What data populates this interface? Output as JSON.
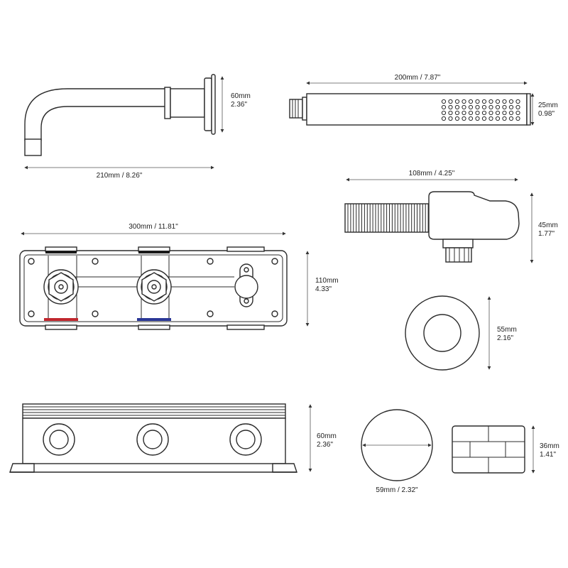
{
  "spout": {
    "height_mm": "60mm",
    "height_in": "2.36\"",
    "length": "210mm / 8.26\""
  },
  "handshower": {
    "length": "200mm / 7.87\"",
    "dia_mm": "25mm",
    "dia_in": "0.98\""
  },
  "wall_outlet": {
    "length": "108mm / 4.25\"",
    "height_mm": "45mm",
    "height_in": "1.77\""
  },
  "mixer_plate": {
    "width": "300mm / 11.81\"",
    "height_mm": "110mm",
    "height_in": "4.33\""
  },
  "rosette": {
    "dia_mm": "55mm",
    "dia_in": "2.16\""
  },
  "body_box": {
    "depth_mm": "60mm",
    "depth_in": "2.36\""
  },
  "handle": {
    "dia": "59mm / 2.32\""
  },
  "brick": {
    "height_mm": "36mm",
    "height_in": "1.41\""
  },
  "colors": {
    "hot": "#c0272d",
    "cold": "#2a3796",
    "dark": "#1a1a1a"
  }
}
